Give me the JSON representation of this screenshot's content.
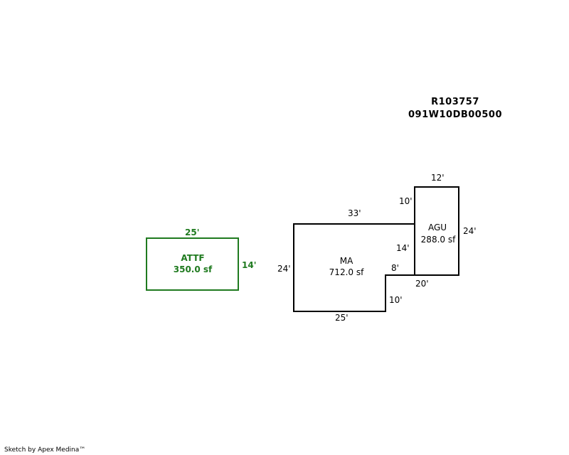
{
  "header": {
    "parcel_id": "R103757",
    "map_id": "091W10DB00500"
  },
  "colors": {
    "attf_stroke": "#1f7a1f",
    "main_stroke": "#000000"
  },
  "areas": {
    "attf": {
      "code": "ATTF",
      "area": "350.0 sf",
      "dims": {
        "top": "25'",
        "right": "14'"
      }
    },
    "ma": {
      "code": "MA",
      "area": "712.0 sf",
      "dims": {
        "top": "33'",
        "left": "24'",
        "bottom": "25'",
        "step_right": "10'",
        "step_top": "8'",
        "inner": "14'"
      }
    },
    "agu": {
      "code": "AGU",
      "area": "288.0 sf",
      "dims": {
        "top": "12'",
        "left_top": "10'",
        "right": "24'",
        "bottom": "20'"
      }
    }
  },
  "footer": {
    "credit": "Sketch by Apex Medina™"
  }
}
